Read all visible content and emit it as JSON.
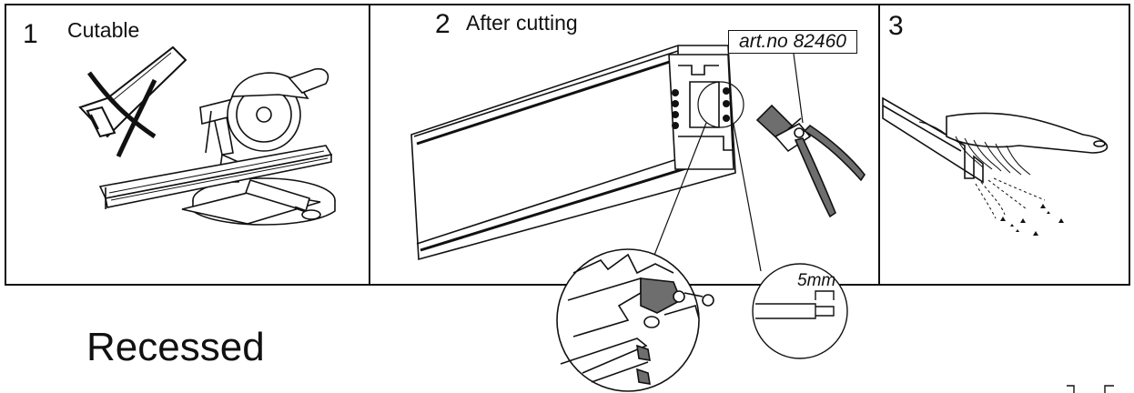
{
  "panels": [
    {
      "number": "1",
      "title": "Cutable"
    },
    {
      "number": "2",
      "title": "After cutting"
    },
    {
      "number": "3",
      "title": ""
    }
  ],
  "callouts": {
    "art_no": "art.no 82460",
    "strip_length": "5mm"
  },
  "section_heading": "Recessed",
  "icons": [
    "hand-saw-crossed-icon",
    "miter-saw-icon",
    "track-profile-icon",
    "wire-stripper-icon",
    "brush-icon",
    "zoom-detail-icon"
  ],
  "colors": {
    "line": "#111111",
    "tool_fill": "#6e6e6e",
    "background": "#ffffff"
  }
}
